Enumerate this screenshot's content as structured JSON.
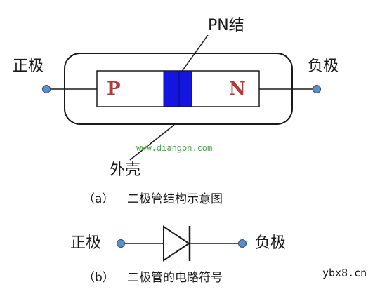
{
  "labels": {
    "pn_junction": "PN结",
    "anode_top": "正极",
    "cathode_top": "负极",
    "p_region": "P",
    "n_region": "N",
    "casing": "外壳",
    "watermark": "www.diangon.com",
    "caption_a_tag": "（a）",
    "caption_a": "二极管结构示意图",
    "anode_bottom": "正极",
    "cathode_bottom": "负极",
    "caption_b_tag": "（b）",
    "caption_b": "二极管的电路符号",
    "site": "ybx8.cn"
  },
  "colors": {
    "line": "#1a1a1a",
    "terminal_dot": "#5b8fc7",
    "junction_fill": "#1515e0",
    "region_letter": "#b23a3a",
    "watermark": "#4aa84a"
  }
}
